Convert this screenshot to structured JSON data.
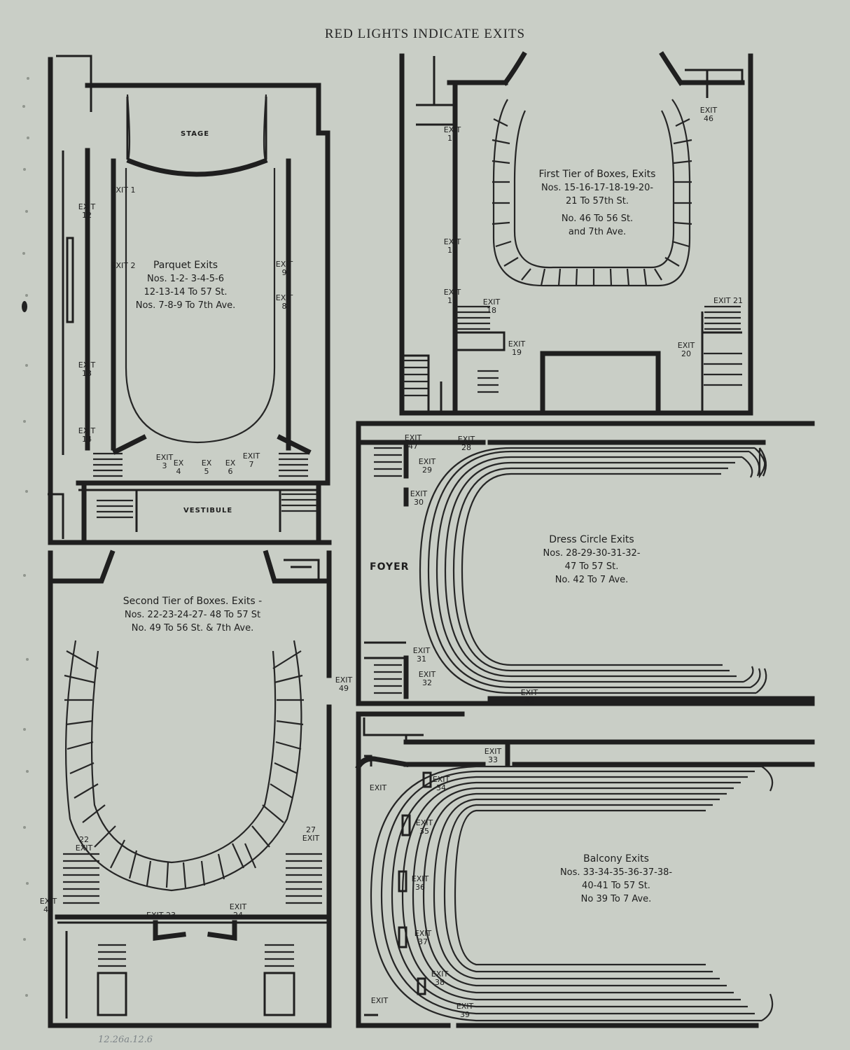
{
  "header": {
    "title": "RED LIGHTS INDICATE EXITS"
  },
  "plans": {
    "parquet": {
      "title": "Parquet Exits",
      "lines": [
        "Nos. 1-2- 3-4-5-6",
        "12-13-14 To 57 St.",
        "Nos. 7-8-9 To 7th Ave."
      ],
      "rooms": {
        "stage": "STAGE",
        "vestibule": "VESTIBULE"
      },
      "exits": {
        "e1": "EXIT 1",
        "e2": "EXIT 2",
        "e3": "EXIT 3",
        "e4": "EX 4",
        "e5": "EX 5",
        "e6": "EX 6",
        "e7": "EXIT 7",
        "e8": "EXIT 8",
        "e9": "EXIT 9",
        "e12": "EXIT 12",
        "e13": "EXIT 13",
        "e14": "EXIT 14"
      }
    },
    "first_tier": {
      "title": "First Tier of Boxes, Exits",
      "lines": [
        "Nos. 15-16-17-18-19-20-",
        "21 To 57th St.",
        "No. 46 To 56 St.",
        "and 7th Ave."
      ],
      "exits": {
        "e15": "EXIT 15",
        "e16": "EXIT 16",
        "e17": "EXIT 17",
        "e18": "EXIT 18",
        "e19": "EXIT 19",
        "e20": "EXIT 20",
        "e21": "EXIT 21",
        "e46": "EXIT 46"
      }
    },
    "dress_circle": {
      "title": "Dress Circle Exits",
      "lines": [
        "Nos. 28-29-30-31-32-",
        "47 To 57 St.",
        "No. 42 To 7 Ave."
      ],
      "rooms": {
        "foyer": "FOYER"
      },
      "exits": {
        "e28": "EXIT 28",
        "e29": "EXIT 29",
        "e30": "EXIT 30",
        "e31": "EXIT 31",
        "e32": "EXIT 32",
        "e42": "EXIT 42",
        "e47": "EXIT 47"
      }
    },
    "second_tier": {
      "title": "Second Tier of Boxes. Exits -",
      "lines": [
        "Nos. 22-23-24-27- 48 To 57 St",
        "No. 49 To 56 St. & 7th Ave."
      ],
      "exits": {
        "e22": "22 EXIT",
        "e23": "EXIT 23",
        "e24": "EXIT 24",
        "e27": "27 EXIT",
        "e48": "EXIT 48",
        "e49": "EXIT 49"
      }
    },
    "balcony": {
      "title": "Balcony Exits",
      "lines": [
        "Nos. 33-34-35-36-37-38-",
        "40-41 To 57 St.",
        "No 39 To 7 Ave."
      ],
      "exits": {
        "e33": "EXIT 33",
        "e34": "EXIT 34",
        "e35": "EXIT 35",
        "e36": "EXIT 36",
        "e37": "EXIT 37",
        "e38": "EXIT 38",
        "e39": "EXIT 39",
        "e40": "EXIT",
        "e41": "EXIT"
      }
    }
  },
  "footer": {
    "note": "12.26a.12.6"
  }
}
